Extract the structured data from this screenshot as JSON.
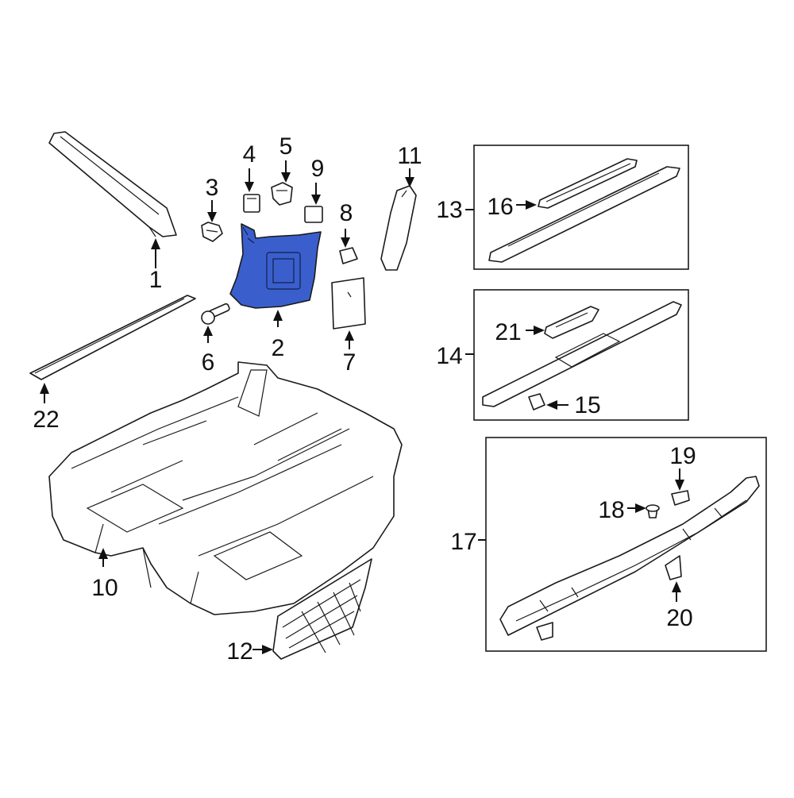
{
  "highlight_color": "#3a5fcd",
  "labels": {
    "p1": "1",
    "p2": "2",
    "p3": "3",
    "p4": "4",
    "p5": "5",
    "p6": "6",
    "p7": "7",
    "p8": "8",
    "p9": "9",
    "p10": "10",
    "p11": "11",
    "p12": "12",
    "p13": "13",
    "p14": "14",
    "p15": "15",
    "p16": "16",
    "p17": "17",
    "p18": "18",
    "p19": "19",
    "p20": "20",
    "p21": "21",
    "p22": "22"
  }
}
